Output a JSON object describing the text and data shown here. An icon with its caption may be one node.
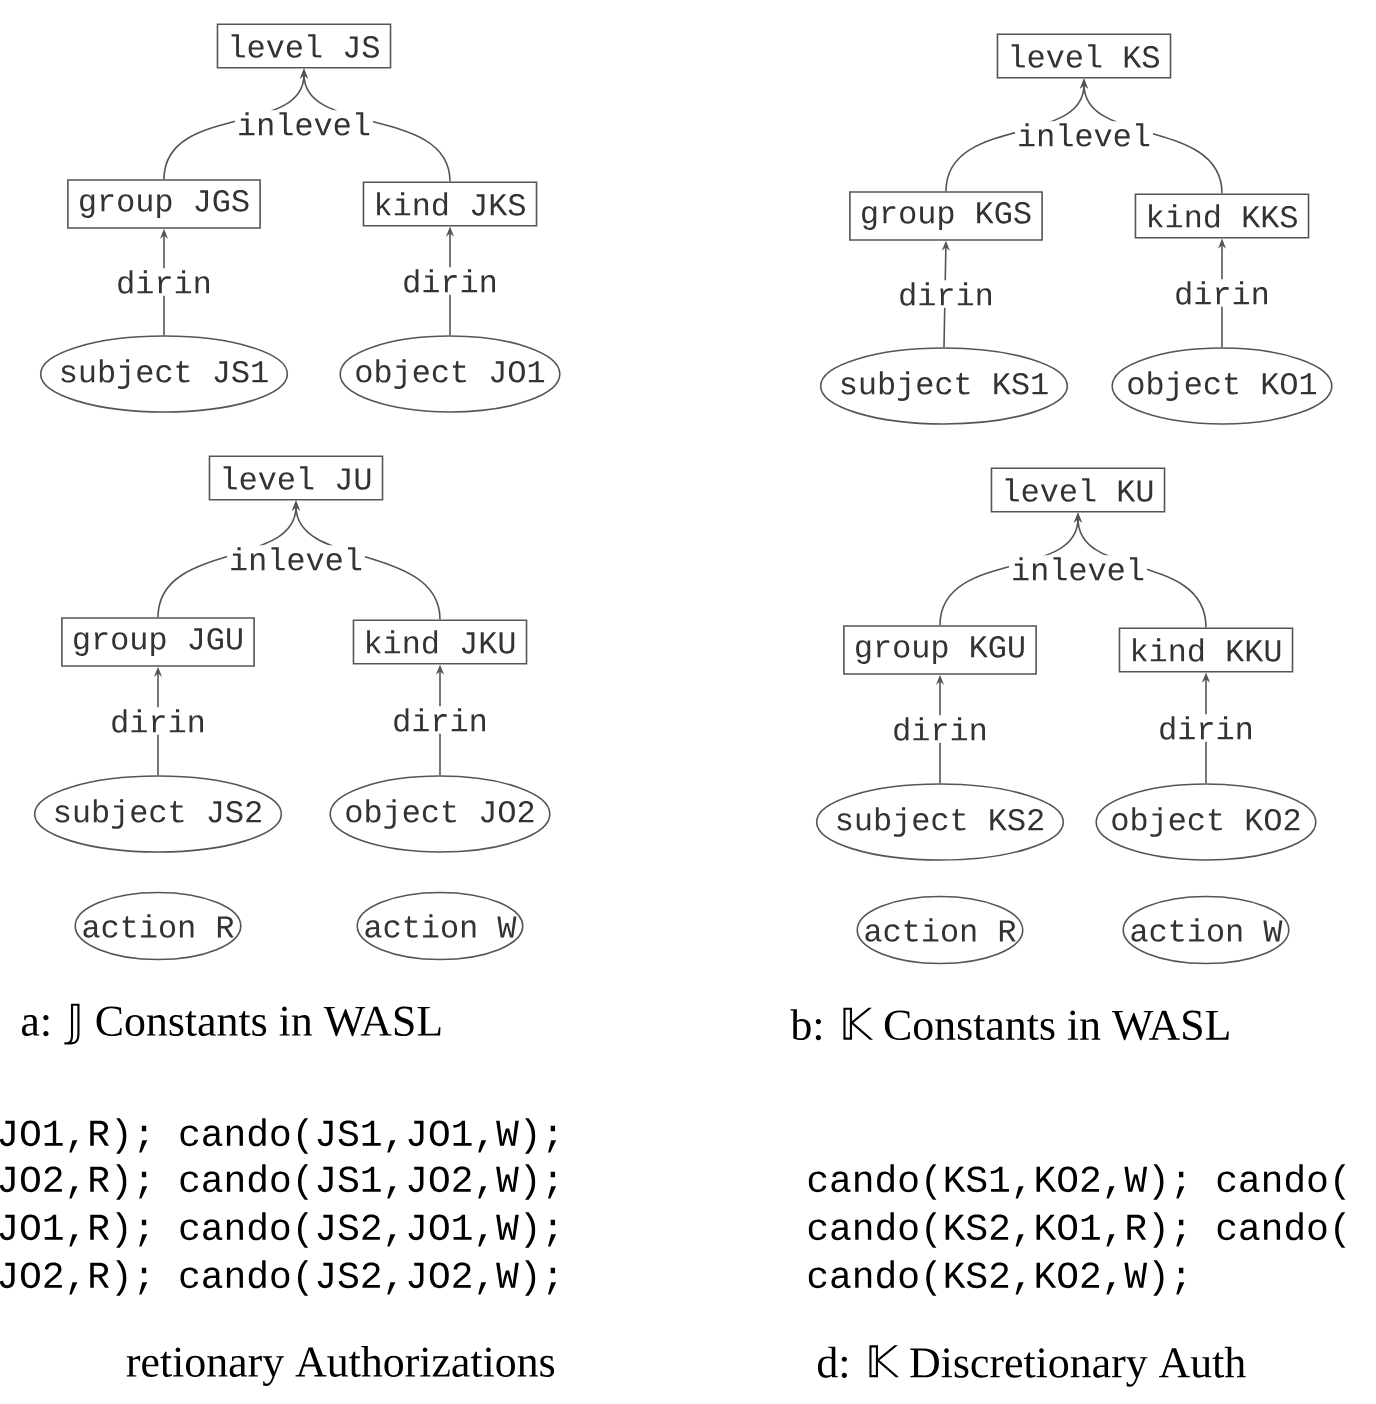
{
  "diagram": {
    "nodes": [
      {
        "text": [
          "level JS"
        ]
      },
      {
        "text": [
          "group JGS"
        ]
      },
      {
        "text": [
          "kind JKS"
        ]
      },
      {
        "text": [
          "subject JS1"
        ]
      },
      {
        "text": [
          "object JO1"
        ]
      },
      {
        "text": [
          "level JU"
        ]
      },
      {
        "text": [
          "group JGU"
        ]
      },
      {
        "text": [
          "kind JKU"
        ]
      },
      {
        "text": [
          "subject JS2"
        ]
      },
      {
        "text": [
          "object JO2"
        ]
      },
      {
        "text": [
          "action R"
        ]
      },
      {
        "text": [
          "action W"
        ]
      },
      {
        "text": [
          "level KS"
        ]
      },
      {
        "text": [
          "group KGS"
        ]
      },
      {
        "text": [
          "kind KKS"
        ]
      },
      {
        "text": [
          "subject KS1"
        ]
      },
      {
        "text": [
          "object KO1"
        ]
      },
      {
        "text": [
          "level KU"
        ]
      },
      {
        "text": [
          "group KGU"
        ]
      },
      {
        "text": [
          "kind KKU"
        ]
      },
      {
        "text": [
          "subject KS2"
        ]
      },
      {
        "text": [
          "object KO2"
        ]
      },
      {
        "text": [
          "action R"
        ]
      },
      {
        "text": [
          "action W"
        ]
      }
    ],
    "edges": [
      {
        "from": 1,
        "to": 0,
        "arrow": "to",
        "label": "inlevel"
      },
      {
        "from": 2,
        "to": 0,
        "arrow": "to"
      },
      {
        "from": 3,
        "to": 1,
        "arrow": "to",
        "label": "dirin"
      },
      {
        "from": 4,
        "to": 2,
        "arrow": "to",
        "label": "dirin"
      },
      {
        "from": 6,
        "to": 5,
        "arrow": "to",
        "label": "inlevel"
      },
      {
        "from": 7,
        "to": 5,
        "arrow": "to"
      },
      {
        "from": 8,
        "to": 6,
        "arrow": "to",
        "label": "dirin"
      },
      {
        "from": 9,
        "to": 7,
        "arrow": "to",
        "label": "dirin"
      },
      {
        "from": 13,
        "to": 12,
        "arrow": "to",
        "label": "inlevel"
      },
      {
        "from": 14,
        "to": 12,
        "arrow": "to"
      },
      {
        "from": 15,
        "to": 13,
        "arrow": "to",
        "label": "dirin"
      },
      {
        "from": 16,
        "to": 14,
        "arrow": "to",
        "label": "dirin"
      },
      {
        "from": 18,
        "to": 17,
        "arrow": "to",
        "label": "inlevel"
      },
      {
        "from": 19,
        "to": 17,
        "arrow": "to"
      },
      {
        "from": 20,
        "to": 18,
        "arrow": "to",
        "label": "dirin"
      },
      {
        "from": 21,
        "to": 19,
        "arrow": "to",
        "label": "dirin"
      }
    ],
    "labels": [
      "a: 𝕁 Constants in WASL",
      "b: 𝕂 Constants in WASL",
      "JO1,R); cando(JS1,JO1,W);",
      "JO2,R); cando(JS1,JO2,W);",
      "cando(KS1,KO2,W); cando(",
      "JO1,R); cando(JS2,JO1,W);",
      "cando(KS2,KO1,R); cando(",
      "JO2,R); cando(JS2,JO2,W);",
      "cando(KS2,KO2,W);",
      "retionary Authorizations",
      "d: 𝕂 Discretionary Auth"
    ]
  }
}
